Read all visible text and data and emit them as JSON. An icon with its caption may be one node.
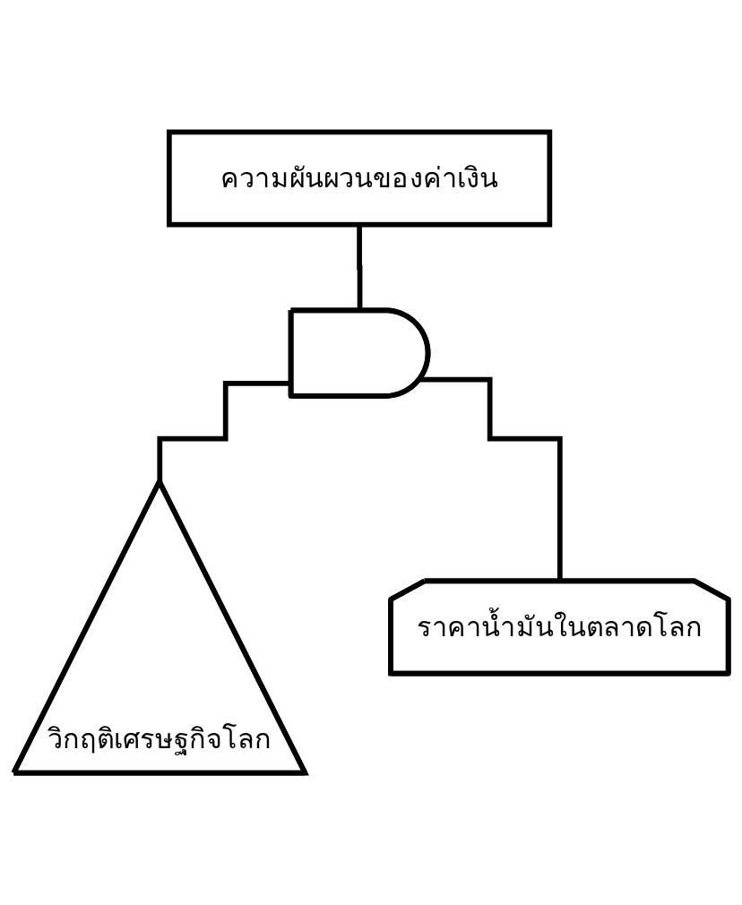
{
  "diagram": {
    "nodes": [
      {
        "text": [
          "ความผันผวนของค่าเงิน"
        ]
      },
      {
        "text": [],
        "shape": "gate"
      },
      {
        "text": [
          "วิกฤติเศรษฐกิจโลก"
        ]
      },
      {
        "text": [
          "ราคาน้ำมันในตลาดโลก"
        ]
      }
    ],
    "edges": [
      {
        "from": 0,
        "to": 1,
        "arrow": "none"
      },
      {
        "from": 1,
        "to": 2,
        "arrow": "none"
      },
      {
        "from": 1,
        "to": 3,
        "arrow": "none"
      }
    ]
  }
}
